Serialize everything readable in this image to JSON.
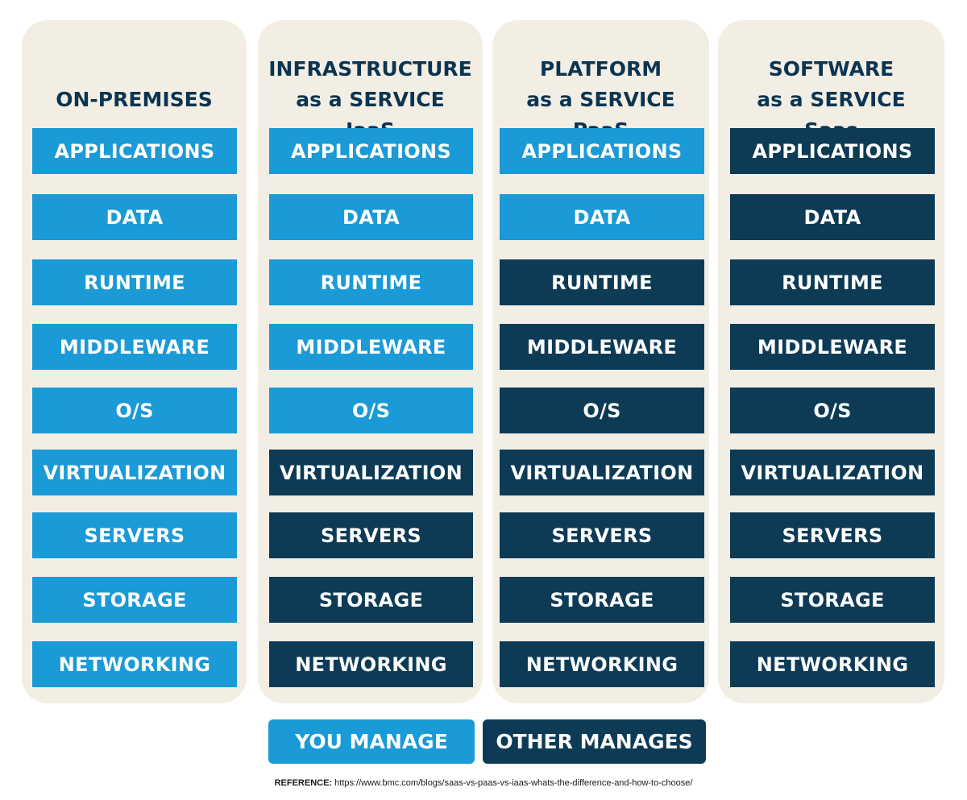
{
  "colors": {
    "you_manage": "#1a9ad6",
    "other_manages": "#0d3b56",
    "column_bg": "#f3eee4",
    "title_text": "#0b3552"
  },
  "columns": [
    {
      "title_lines": [
        "ON-PREMISES"
      ],
      "layers": [
        {
          "label": "APPLICATIONS",
          "managed_by": "you"
        },
        {
          "label": "DATA",
          "managed_by": "you"
        },
        {
          "label": "RUNTIME",
          "managed_by": "you"
        },
        {
          "label": "MIDDLEWARE",
          "managed_by": "you"
        },
        {
          "label": "O/S",
          "managed_by": "you"
        },
        {
          "label": "VIRTUALIZATION",
          "managed_by": "you"
        },
        {
          "label": "SERVERS",
          "managed_by": "you"
        },
        {
          "label": "STORAGE",
          "managed_by": "you"
        },
        {
          "label": "NETWORKING",
          "managed_by": "you"
        }
      ]
    },
    {
      "title_lines": [
        "INFRASTRUCTURE",
        "as a SERVICE",
        "IaaS"
      ],
      "layers": [
        {
          "label": "APPLICATIONS",
          "managed_by": "you"
        },
        {
          "label": "DATA",
          "managed_by": "you"
        },
        {
          "label": "RUNTIME",
          "managed_by": "you"
        },
        {
          "label": "MIDDLEWARE",
          "managed_by": "you"
        },
        {
          "label": "O/S",
          "managed_by": "you"
        },
        {
          "label": "VIRTUALIZATION",
          "managed_by": "other"
        },
        {
          "label": "SERVERS",
          "managed_by": "other"
        },
        {
          "label": "STORAGE",
          "managed_by": "other"
        },
        {
          "label": "NETWORKING",
          "managed_by": "other"
        }
      ]
    },
    {
      "title_lines": [
        "PLATFORM",
        "as a SERVICE",
        "PaaS"
      ],
      "layers": [
        {
          "label": "APPLICATIONS",
          "managed_by": "you"
        },
        {
          "label": "DATA",
          "managed_by": "you"
        },
        {
          "label": "RUNTIME",
          "managed_by": "other"
        },
        {
          "label": "MIDDLEWARE",
          "managed_by": "other"
        },
        {
          "label": "O/S",
          "managed_by": "other"
        },
        {
          "label": "VIRTUALIZATION",
          "managed_by": "other"
        },
        {
          "label": "SERVERS",
          "managed_by": "other"
        },
        {
          "label": "STORAGE",
          "managed_by": "other"
        },
        {
          "label": "NETWORKING",
          "managed_by": "other"
        }
      ]
    },
    {
      "title_lines": [
        "SOFTWARE",
        "as a SERVICE",
        "Saas"
      ],
      "layers": [
        {
          "label": "APPLICATIONS",
          "managed_by": "other"
        },
        {
          "label": "DATA",
          "managed_by": "other"
        },
        {
          "label": "RUNTIME",
          "managed_by": "other"
        },
        {
          "label": "MIDDLEWARE",
          "managed_by": "other"
        },
        {
          "label": "O/S",
          "managed_by": "other"
        },
        {
          "label": "VIRTUALIZATION",
          "managed_by": "other"
        },
        {
          "label": "SERVERS",
          "managed_by": "other"
        },
        {
          "label": "STORAGE",
          "managed_by": "other"
        },
        {
          "label": "NETWORKING",
          "managed_by": "other"
        }
      ]
    }
  ],
  "legend": {
    "you_manage_label": "YOU MANAGE",
    "other_manages_label": "OTHER MANAGES"
  },
  "reference": {
    "label": "REFERENCE:",
    "url": "https://www.bmc.com/blogs/saas-vs-paas-vs-iaas-whats-the-difference-and-how-to-choose/"
  }
}
